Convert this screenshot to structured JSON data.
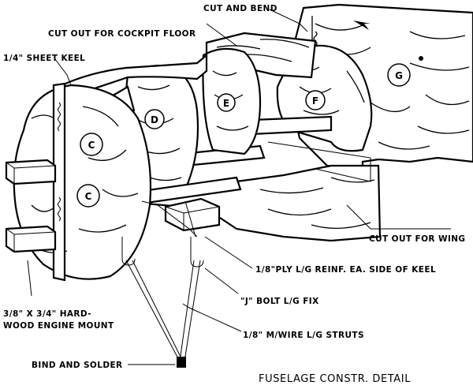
{
  "labels": {
    "cut_and_bend": "CUT AND BEND",
    "cut_out_cockpit": "CUT OUT FOR COCKPIT FLOOR",
    "sheet_keel": "1/4\" SHEET KEEL",
    "cut_out_wing": "CUT OUT FOR WING",
    "ply_reinf": "1/8\"PLY L/G REINF. EA. SIDE OF KEEL",
    "engine_mount_line1": "3/8\" X 3/4\" HARD-",
    "engine_mount_line2": "WOOD ENGINE MOUNT",
    "j_bolt": "\"J\" BOLT L/G FIX",
    "mwire": "1/8\" M/WIRE L/G STRUTS",
    "bind_solder": "BIND AND SOLDER",
    "title": "FUSELAGE CONSTR. DETAIL"
  },
  "former_letters": {
    "c_upper": "C",
    "c_lower": "C",
    "d": "D",
    "e": "E",
    "f": "F",
    "g": "G"
  }
}
